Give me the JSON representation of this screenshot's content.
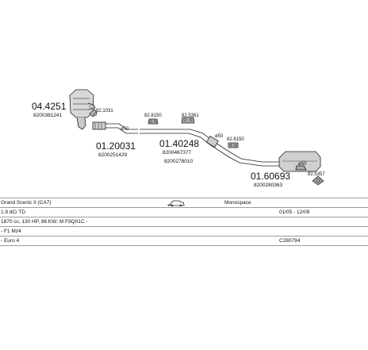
{
  "diagram": {
    "parts": [
      {
        "number": "04.4251",
        "ref": "8200381241"
      },
      {
        "number": "82.1031",
        "ref": ""
      },
      {
        "number": "01.20031",
        "ref": "8200251429"
      },
      {
        "number": "82.8150",
        "ref": ""
      },
      {
        "number": "82.5361",
        "ref": ""
      },
      {
        "number": "01.40248",
        "ref": "8200467377"
      },
      {
        "number": "",
        "ref": "8200278010"
      },
      {
        "number": "82.8150",
        "ref": ""
      },
      {
        "number": "01.60693",
        "ref": "8200280363"
      },
      {
        "number": "82.5357",
        "ref": ""
      }
    ],
    "diameters": [
      "ø50",
      "ø50",
      "ø50"
    ]
  },
  "info": {
    "model": "Grand Scenic II (CA7)",
    "body_type": "Monospace",
    "engine": "1.9 dCi TD",
    "years": "01/05 - 12/09",
    "spec": "1870 cc, 130 HP, 96 KW; M F9Q01C -",
    "line3": "- F1 Mz4",
    "emission": "- Euro 4",
    "code": "C280794"
  }
}
